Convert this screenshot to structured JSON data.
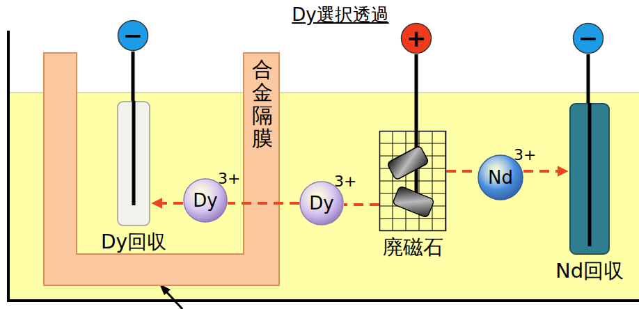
{
  "diagram": {
    "title": "Dy選択透過",
    "nodes": [
      {
        "text": [
          "合金隔膜"
        ]
      },
      {
        "text": [
          "−"
        ]
      },
      {
        "text": [
          "Dy回収"
        ]
      },
      {
        "text": [
          "Dy",
          "3+"
        ]
      },
      {
        "text": [
          "Dy",
          "3+"
        ]
      },
      {
        "text": [
          "+"
        ]
      },
      {
        "text": [
          "廃磁石"
        ]
      },
      {
        "text": [
          "Nd",
          "3+"
        ]
      },
      {
        "text": [
          "−"
        ]
      },
      {
        "text": [
          "Nd回収"
        ]
      }
    ],
    "edges": [
      {
        "from": 1,
        "to": 2,
        "arrow": "none"
      },
      {
        "from": 5,
        "to": 6,
        "arrow": "none"
      },
      {
        "from": 8,
        "to": 9,
        "arrow": "none"
      },
      {
        "from": 6,
        "to": 4,
        "arrow": "none"
      },
      {
        "from": 4,
        "to": 3,
        "arrow": "none"
      },
      {
        "from": 3,
        "to": 2,
        "arrow": "to"
      },
      {
        "from": 6,
        "to": 7,
        "arrow": "none"
      },
      {
        "from": 7,
        "to": 9,
        "arrow": "to"
      }
    ]
  }
}
